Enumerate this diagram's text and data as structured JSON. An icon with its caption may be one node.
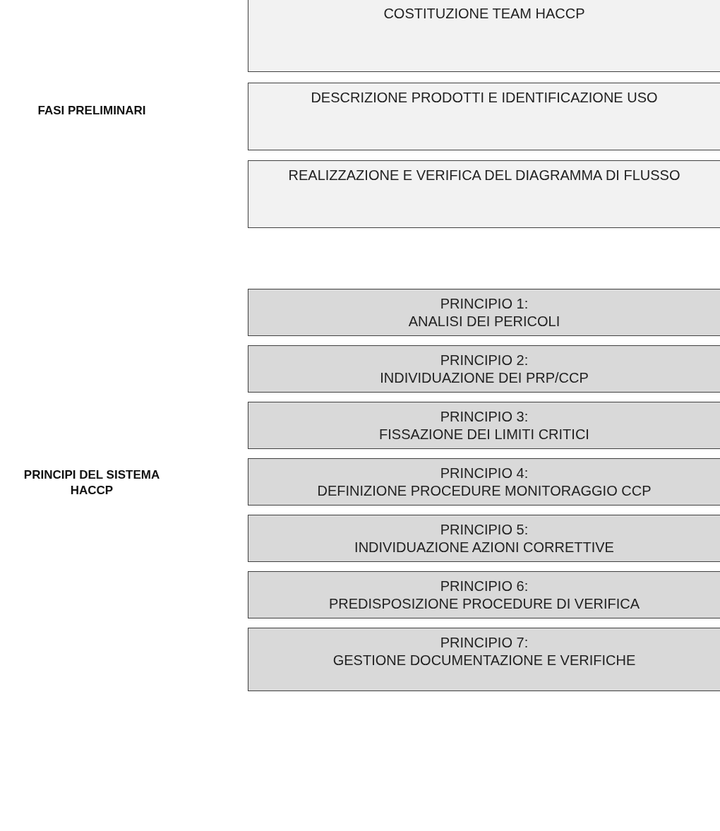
{
  "diagram": {
    "nodes": [
      {
        "text": [
          "COSTITUZIONE TEAM HACCP"
        ]
      },
      {
        "text": [
          "DESCRIZIONE PRODOTTI E IDENTIFICAZIONE USO"
        ]
      },
      {
        "text": [
          "REALIZZAZIONE E VERIFICA DEL DIAGRAMMA DI FLUSSO"
        ]
      },
      {
        "text": [
          "PRINCIPIO 1:",
          "ANALISI DEI PERICOLI"
        ]
      },
      {
        "text": [
          "PRINCIPIO 2:",
          "INDIVIDUAZIONE DEI PRP/CCP"
        ]
      },
      {
        "text": [
          "PRINCIPIO 3:",
          "FISSAZIONE DEI LIMITI CRITICI"
        ]
      },
      {
        "text": [
          "PRINCIPIO 4:",
          "DEFINIZIONE PROCEDURE MONITORAGGIO CCP"
        ]
      },
      {
        "text": [
          "PRINCIPIO 5:",
          "INDIVIDUAZIONE AZIONI CORRETTIVE"
        ]
      },
      {
        "text": [
          "PRINCIPIO 6:",
          "PREDISPOSIZIONE PROCEDURE DI VERIFICA"
        ]
      },
      {
        "text": [
          "PRINCIPIO 7:",
          "GESTIONE DOCUMENTAZIONE E VERIFICHE"
        ]
      }
    ],
    "labels": [
      "FASI PRELIMINARI",
      "PRINCIPI DEL SISTEMA HACCP"
    ]
  }
}
